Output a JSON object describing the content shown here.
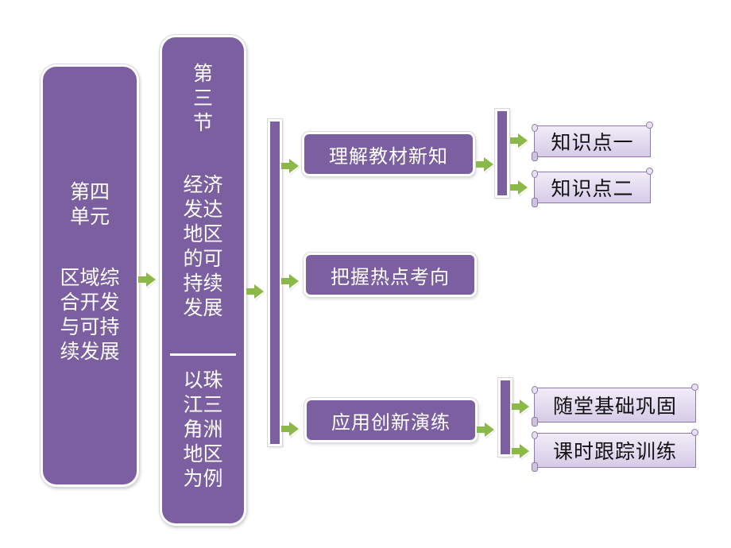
{
  "colors": {
    "box_fill": "#7b5fa0",
    "arrow_fill": "#8cb84a",
    "scroll_fill": "#e4dbef",
    "text_on_box": "#ffffff",
    "text_on_scroll": "#111111"
  },
  "unit": {
    "line1": "第四",
    "line2": "单元",
    "line3": "区域综",
    "line4": "合开发",
    "line5": "与可持",
    "line6": "续发展"
  },
  "section": {
    "head1": "第",
    "head2": "三",
    "head3": "节",
    "title1": "经济",
    "title2": "发达",
    "title3": "地区",
    "title4": "的可",
    "title5": "持续",
    "title6": "发展",
    "sub1": "以珠",
    "sub2": "江三",
    "sub3": "角洲",
    "sub4": "地区",
    "sub5": "为例"
  },
  "branches": [
    {
      "label": "理解教材新知",
      "children": [
        "知识点一",
        "知识点二"
      ]
    },
    {
      "label": "把握热点考向",
      "children": []
    },
    {
      "label": "应用创新演练",
      "children": [
        "随堂基础巩固",
        "课时跟踪训练"
      ]
    }
  ],
  "icons": {
    "arrow": "right-arrow-icon"
  }
}
